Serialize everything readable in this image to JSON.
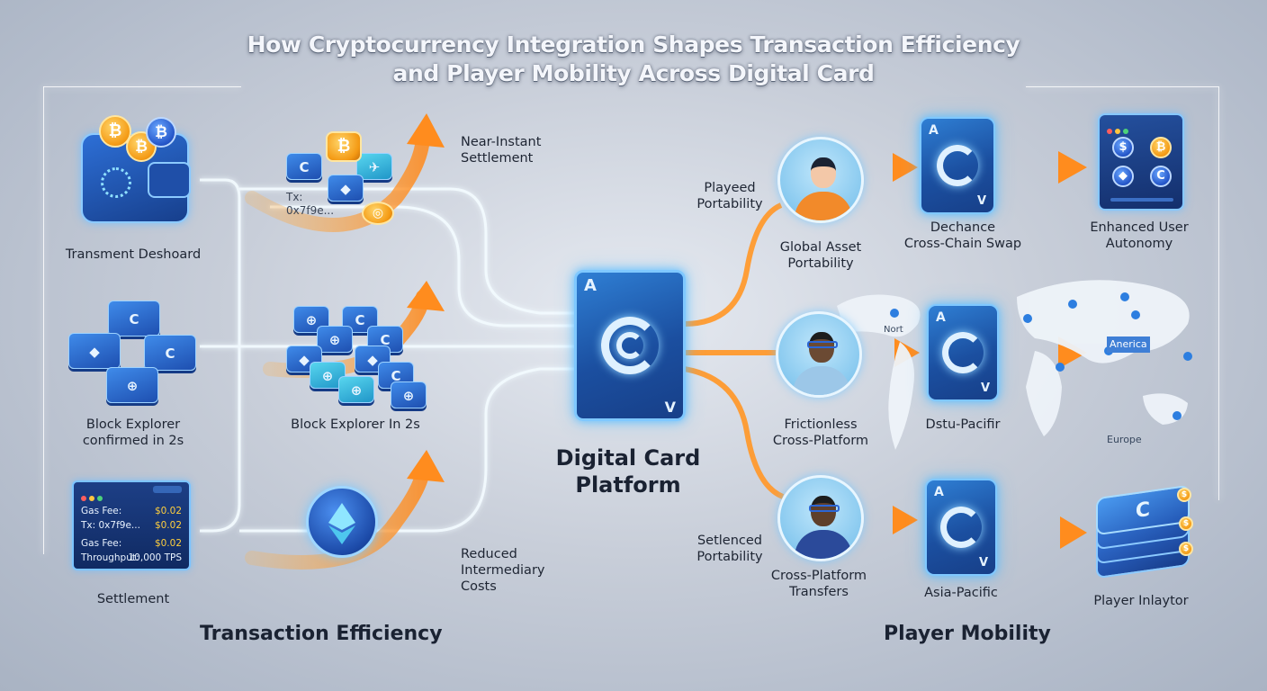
{
  "title": {
    "line1": "How Cryptocurrency Integration Shapes Transaction Efficiency",
    "line2": "and Player Mobility Across Digital Card"
  },
  "center": {
    "label_line1": "Digital Card",
    "label_line2": "Platform",
    "card_rank": "A",
    "card_rank_bottom": "V"
  },
  "sections": {
    "left": "Transaction Efficiency",
    "right": "Player Mobility"
  },
  "left_column": {
    "wallet_label": "Transment Deshoard",
    "explorer_label_line1": "Block Explorer",
    "explorer_label_line2": "confirmed in 2s",
    "settlement_label": "Settlement",
    "terminal": {
      "header_badge": "",
      "row1_key": "Gas Fee:",
      "row1_val": "$0.02",
      "row2_key": "Tx: 0x7f9e...",
      "row2_val": "$0.02",
      "row3_key": "Gas Fee:",
      "row3_val": "$0.02",
      "row4_key": "Throughput:",
      "row4_val": "10,000 TPS"
    }
  },
  "middle_column": {
    "tx_label_line1": "Tx:",
    "tx_label_line2": "0x7f9e...",
    "near_instant_line1": "Near-Instant",
    "near_instant_line2": "Settlement",
    "block_explorer_label": "Block Explorer In 2s",
    "reduced_line1": "Reduced",
    "reduced_line2": "Intermediary",
    "reduced_line3": "Costs"
  },
  "right_top": {
    "played_line1": "Playeed",
    "played_line2": "Portability",
    "global_line1": "Global Asset",
    "global_line2": "Portability",
    "dechance_line1": "Dechance",
    "dechance_line2": "Cross-Chain Swap",
    "enhanced_line1": "Enhanced User",
    "enhanced_line2": "Autonomy"
  },
  "right_middle": {
    "frictionless_line1": "Frictionless",
    "frictionless_line2": "Cross-Platform",
    "dstu_label": "Dstu-Pacifir",
    "map_north": "Nort",
    "map_america": "Anerica",
    "map_europe": "Europe"
  },
  "right_bottom": {
    "setlenced_line1": "Setlenced",
    "setlenced_line2": "Portability",
    "cross_line1": "Cross-Platform",
    "cross_line2": "Transfers",
    "asia_label": "Asia-Pacific",
    "player_label": "Player Inlaytor"
  },
  "colors": {
    "accent_orange": "#ff9a2e",
    "glow_blue": "#7fd0ff",
    "card_blue": "#1b4fa0",
    "coin_gold": "#f49a14"
  },
  "icons": [
    "wallet-icon",
    "bitcoin-coin-icon",
    "ethereum-icon",
    "crypto-tile-icon",
    "playing-card-icon",
    "avatar-icon",
    "world-map-icon",
    "stack-icon"
  ]
}
